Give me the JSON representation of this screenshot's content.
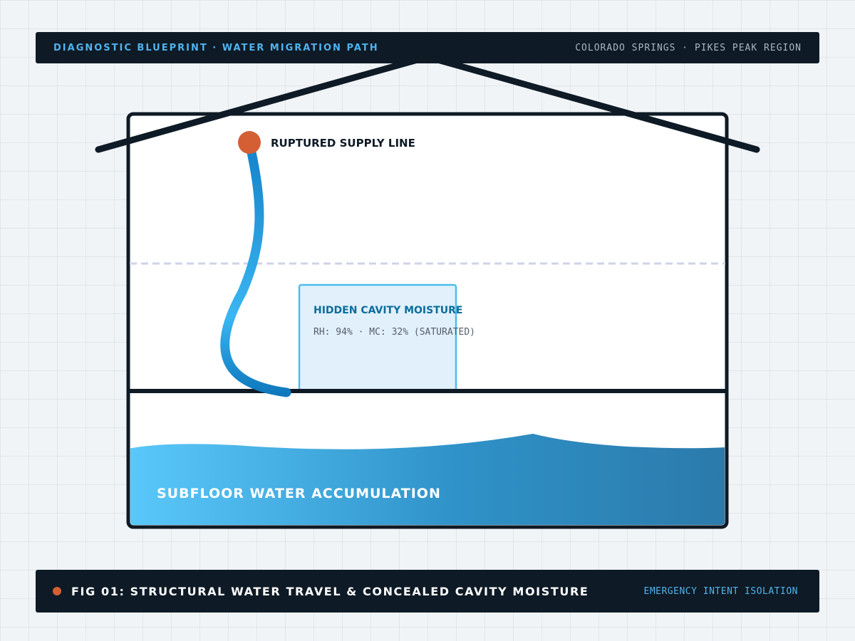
{
  "header": {
    "title": "DIAGNOSTIC BLUEPRINT · WATER MIGRATION PATH",
    "location": "COLORADO SPRINGS · PIKES PEAK REGION"
  },
  "diagram": {
    "leak_label": "RUPTURED SUPPLY LINE",
    "cavity_title": "HIDDEN CAVITY MOISTURE",
    "cavity_reading": "RH: 94% · MC: 32% (SATURATED)",
    "subfloor_label": "SUBFLOOR WATER ACCUMULATION"
  },
  "footer": {
    "caption": "FIG 01: STRUCTURAL WATER TRAVEL & CONCEALED CAVITY MOISTURE",
    "tag": "EMERGENCY INTENT ISOLATION"
  },
  "colors": {
    "dark": "#0e1a25",
    "accent_blue": "#4fb3ee",
    "leak_orange": "#d45f35",
    "water_light": "#5ac8fa",
    "water_dark": "#2b7aab",
    "cavity_fill": "#e1f0fb",
    "cavity_border": "#4dbdee",
    "cavity_title": "#0b6d9c"
  }
}
